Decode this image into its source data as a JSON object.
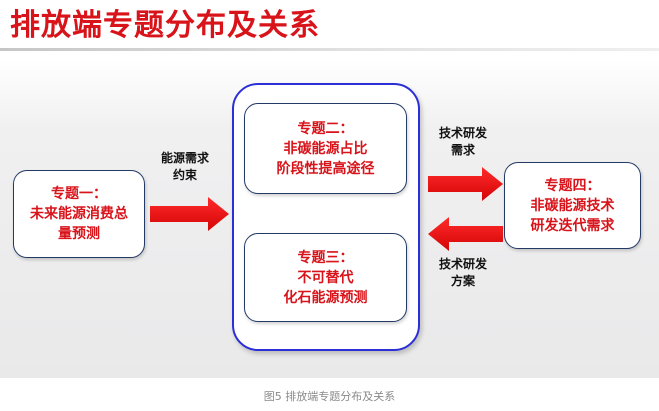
{
  "title": "排放端专题分布及关系",
  "topic1": {
    "line1": "专题一：",
    "line2": "未来能源消费总",
    "line3": "量预测"
  },
  "topic2": {
    "line1": "专题二：",
    "line2": "非碳能源占比",
    "line3": "阶段性提高途径"
  },
  "topic3": {
    "line1": "专题三：",
    "line2": "不可替代",
    "line3": "化石能源预测"
  },
  "topic4": {
    "line1": "专题四：",
    "line2": "非碳能源技术",
    "line3": "研发迭代需求"
  },
  "label_left": {
    "line1": "能源需求",
    "line2": "约束"
  },
  "label_top_right": {
    "line1": "技术研发",
    "line2": "需求"
  },
  "label_bottom_right": {
    "line1": "技术研发",
    "line2": "方案"
  },
  "caption": "图5 排放端专题分布及关系",
  "colors": {
    "accent_red": "#d8131a",
    "arrow_red": "#f01010",
    "box_border": "#233a66",
    "group_border": "#2b2fd6"
  }
}
